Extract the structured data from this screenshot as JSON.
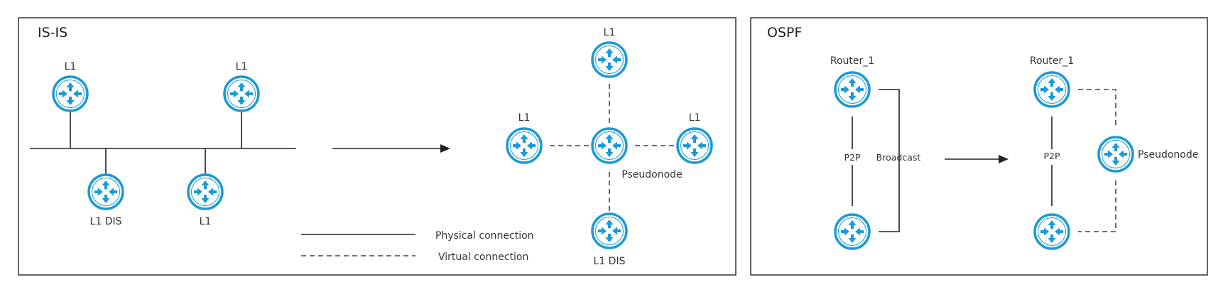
{
  "isis": {
    "title": "IS-IS",
    "left": {
      "router_top_left": "L1",
      "router_top_right": "L1",
      "router_dis": "L1 DIS",
      "router_bottom": "L1"
    },
    "right": {
      "router_top": "L1",
      "router_left": "L1",
      "router_right": "L1",
      "pseudonode": "Pseudonode",
      "router_bottom": "L1 DIS"
    },
    "legend": {
      "physical": "Physical connection",
      "virtual": "Virtual connection"
    }
  },
  "ospf": {
    "title": "OSPF",
    "left": {
      "router_top": "Router_1",
      "p2p": "P2P",
      "broadcast": "Broadcast"
    },
    "right": {
      "router_top": "Router_1",
      "p2p": "P2P",
      "pseudonode": "Pseudonode"
    }
  },
  "colors": {
    "router_fill": "#1a9ad6",
    "panel_border": "#333333",
    "line": "#222222"
  }
}
